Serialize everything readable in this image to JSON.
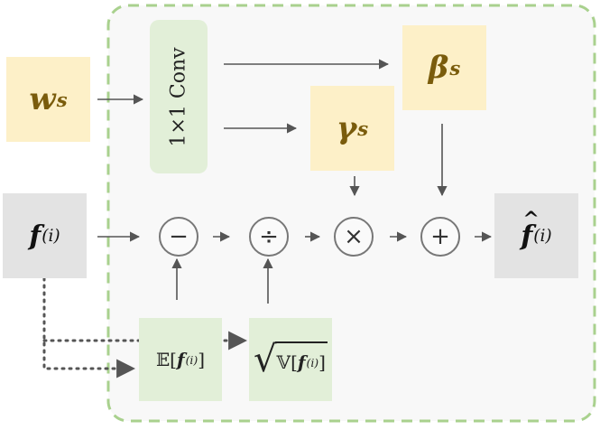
{
  "diagram": {
    "conv_label": "1×1 Conv",
    "ws": {
      "base": "w",
      "sub": "s"
    },
    "gamma": {
      "base": "γ",
      "sub": "s"
    },
    "beta": {
      "base": "β",
      "sub": "s"
    },
    "f_in": {
      "base": "f",
      "sup": "(i)"
    },
    "f_out": {
      "hat": "^",
      "base": "f",
      "sup": "(i)"
    },
    "ops": {
      "minus": "−",
      "divide": "÷",
      "times": "×",
      "plus": "+"
    },
    "mean": {
      "op": "𝔼[",
      "base": "f",
      "sup": "(i)",
      "close": "]"
    },
    "variance": {
      "sqrt": "√",
      "op": "𝕍[",
      "base": "f",
      "sup": "(i)",
      "close": "]"
    }
  },
  "colors": {
    "container_border": "#a9d18e",
    "yellow_fill": "#fdf0c8",
    "green_fill": "#e2efd8",
    "gray_fill": "#e3e3e3",
    "arrow": "#555555"
  }
}
